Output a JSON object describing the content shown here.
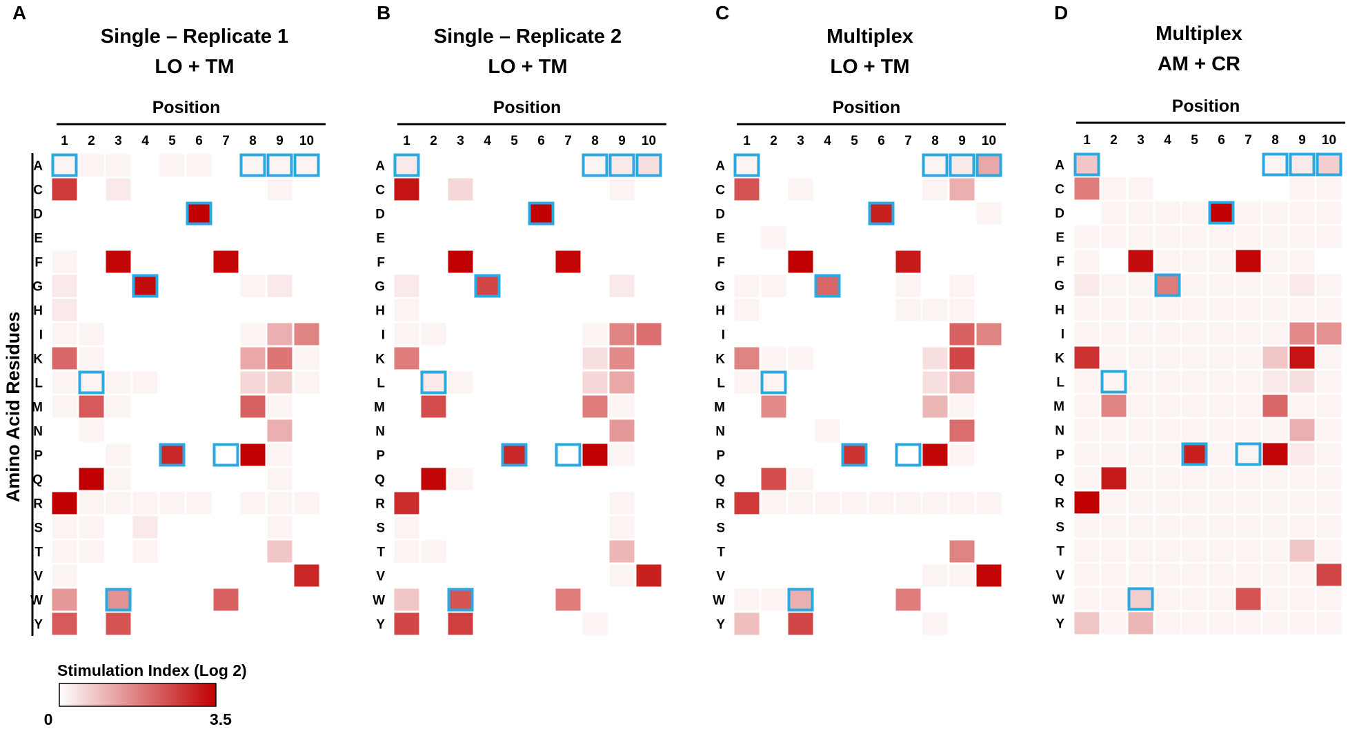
{
  "figure": {
    "y_axis_label": "Amino Acid Residues",
    "legend": {
      "title": "Stimulation Index (Log 2)",
      "min_label": "0",
      "max_label": "3.5",
      "color_low": "#ffffff",
      "color_high": "#c00000"
    },
    "highlight_color": "#29a9e0"
  },
  "chart_data": [
    {
      "type": "heatmap",
      "panel_letter": "A",
      "title_line1": "Single – Replicate 1",
      "title_line2": "LO + TM",
      "xlabel": "Position",
      "ylabel": "Amino Acid Residues",
      "x": [
        "1",
        "2",
        "3",
        "4",
        "5",
        "6",
        "7",
        "8",
        "9",
        "10"
      ],
      "y": [
        "A",
        "C",
        "D",
        "E",
        "F",
        "G",
        "H",
        "I",
        "K",
        "L",
        "M",
        "N",
        "P",
        "Q",
        "R",
        "S",
        "T",
        "V",
        "W",
        "Y"
      ],
      "zlim": [
        0,
        3.5
      ],
      "values": [
        [
          0.1,
          0.1,
          0.1,
          0.0,
          0.1,
          0.1,
          0.0,
          0.1,
          0.1,
          0.1
        ],
        [
          2.6,
          0.0,
          0.2,
          0.0,
          0.0,
          0.0,
          0.0,
          0.0,
          0.1,
          0.0
        ],
        [
          0.0,
          0.0,
          0.0,
          0.0,
          0.0,
          3.5,
          0.0,
          0.0,
          0.0,
          0.0
        ],
        [
          0.0,
          0.0,
          0.0,
          0.0,
          0.0,
          0.0,
          0.0,
          0.0,
          0.0,
          0.0
        ],
        [
          0.1,
          0.0,
          3.4,
          0.0,
          0.0,
          0.0,
          3.4,
          0.0,
          0.0,
          0.0
        ],
        [
          0.2,
          0.0,
          0.0,
          3.3,
          0.0,
          0.0,
          0.0,
          0.1,
          0.2,
          0.0
        ],
        [
          0.2,
          0.0,
          0.0,
          0.0,
          0.0,
          0.0,
          0.0,
          0.0,
          0.0,
          0.0
        ],
        [
          0.1,
          0.1,
          0.0,
          0.0,
          0.0,
          0.0,
          0.0,
          0.1,
          0.9,
          1.5
        ],
        [
          1.9,
          0.1,
          0.0,
          0.0,
          0.0,
          0.0,
          0.0,
          1.0,
          1.7,
          0.1
        ],
        [
          0.1,
          0.1,
          0.1,
          0.1,
          0.0,
          0.0,
          0.0,
          0.4,
          0.5,
          0.1
        ],
        [
          0.1,
          2.1,
          0.1,
          0.0,
          0.0,
          0.0,
          0.0,
          2.0,
          0.1,
          0.0
        ],
        [
          0.0,
          0.1,
          0.0,
          0.0,
          0.0,
          0.0,
          0.0,
          0.0,
          0.9,
          0.0
        ],
        [
          0.0,
          0.0,
          0.1,
          0.0,
          2.9,
          0.0,
          0.0,
          3.5,
          0.1,
          0.0
        ],
        [
          0.0,
          3.5,
          0.1,
          0.0,
          0.0,
          0.0,
          0.0,
          0.0,
          0.1,
          0.0
        ],
        [
          3.5,
          0.1,
          0.1,
          0.1,
          0.1,
          0.1,
          0.0,
          0.1,
          0.1,
          0.1
        ],
        [
          0.1,
          0.1,
          0.0,
          0.2,
          0.0,
          0.0,
          0.0,
          0.0,
          0.1,
          0.0
        ],
        [
          0.1,
          0.1,
          0.0,
          0.1,
          0.0,
          0.0,
          0.0,
          0.0,
          0.6,
          0.0
        ],
        [
          0.1,
          0.0,
          0.0,
          0.0,
          0.0,
          0.0,
          0.0,
          0.0,
          0.0,
          2.9
        ],
        [
          1.2,
          0.0,
          1.3,
          0.0,
          0.0,
          0.0,
          2.0,
          0.0,
          0.0,
          0.0
        ],
        [
          2.1,
          0.0,
          2.2,
          0.0,
          0.0,
          0.0,
          0.0,
          0.0,
          0.0,
          0.0
        ]
      ],
      "highlighted": [
        [
          "A",
          "1"
        ],
        [
          "A",
          "8"
        ],
        [
          "A",
          "9"
        ],
        [
          "A",
          "10"
        ],
        [
          "D",
          "6"
        ],
        [
          "G",
          "4"
        ],
        [
          "L",
          "2"
        ],
        [
          "P",
          "5"
        ],
        [
          "P",
          "7"
        ],
        [
          "W",
          "3"
        ]
      ]
    },
    {
      "type": "heatmap",
      "panel_letter": "B",
      "title_line1": "Single – Replicate 2",
      "title_line2": "LO + TM",
      "xlabel": "Position",
      "ylabel": "Amino Acid Residues",
      "x": [
        "1",
        "2",
        "3",
        "4",
        "5",
        "6",
        "7",
        "8",
        "9",
        "10"
      ],
      "y": [
        "A",
        "C",
        "D",
        "E",
        "F",
        "G",
        "H",
        "I",
        "K",
        "L",
        "M",
        "N",
        "P",
        "Q",
        "R",
        "S",
        "T",
        "V",
        "W",
        "Y"
      ],
      "zlim": [
        0,
        3.5
      ],
      "values": [
        [
          0.2,
          0.0,
          0.0,
          0.0,
          0.0,
          0.0,
          0.0,
          0.1,
          0.2,
          0.3
        ],
        [
          3.2,
          0.0,
          0.4,
          0.0,
          0.0,
          0.0,
          0.0,
          0.0,
          0.1,
          0.0
        ],
        [
          0.0,
          0.0,
          0.0,
          0.0,
          0.0,
          3.5,
          0.0,
          0.0,
          0.0,
          0.0
        ],
        [
          0.0,
          0.0,
          0.0,
          0.0,
          0.0,
          0.0,
          0.0,
          0.0,
          0.0,
          0.0
        ],
        [
          0.0,
          0.0,
          3.5,
          0.0,
          0.0,
          0.0,
          3.4,
          0.0,
          0.0,
          0.0
        ],
        [
          0.2,
          0.0,
          0.0,
          2.4,
          0.0,
          0.0,
          0.0,
          0.0,
          0.2,
          0.0
        ],
        [
          0.1,
          0.0,
          0.0,
          0.0,
          0.0,
          0.0,
          0.0,
          0.0,
          0.0,
          0.0
        ],
        [
          0.1,
          0.1,
          0.0,
          0.0,
          0.0,
          0.0,
          0.0,
          0.1,
          1.5,
          1.8
        ],
        [
          1.6,
          0.0,
          0.0,
          0.0,
          0.0,
          0.0,
          0.0,
          0.3,
          1.4,
          0.0
        ],
        [
          0.0,
          0.2,
          0.1,
          0.0,
          0.0,
          0.0,
          0.0,
          0.4,
          1.0,
          0.0
        ],
        [
          0.0,
          2.3,
          0.0,
          0.0,
          0.0,
          0.0,
          0.0,
          1.6,
          0.1,
          0.0
        ],
        [
          0.0,
          0.0,
          0.0,
          0.0,
          0.0,
          0.0,
          0.0,
          0.0,
          1.2,
          0.0
        ],
        [
          0.0,
          0.0,
          0.0,
          0.0,
          2.9,
          0.0,
          0.0,
          3.5,
          0.1,
          0.0
        ],
        [
          0.0,
          3.4,
          0.1,
          0.0,
          0.0,
          0.0,
          0.0,
          0.0,
          0.0,
          0.0
        ],
        [
          2.8,
          0.0,
          0.0,
          0.0,
          0.0,
          0.0,
          0.0,
          0.0,
          0.1,
          0.0
        ],
        [
          0.1,
          0.0,
          0.0,
          0.0,
          0.0,
          0.0,
          0.0,
          0.0,
          0.1,
          0.0
        ],
        [
          0.1,
          0.1,
          0.0,
          0.0,
          0.0,
          0.0,
          0.0,
          0.0,
          0.8,
          0.0
        ],
        [
          0.0,
          0.0,
          0.0,
          0.0,
          0.0,
          0.0,
          0.0,
          0.0,
          0.1,
          3.0
        ],
        [
          0.6,
          0.0,
          2.2,
          0.0,
          0.0,
          0.0,
          1.6,
          0.0,
          0.0,
          0.0
        ],
        [
          2.4,
          0.0,
          2.5,
          0.0,
          0.0,
          0.0,
          0.0,
          0.1,
          0.0,
          0.0
        ]
      ],
      "highlighted": [
        [
          "A",
          "1"
        ],
        [
          "A",
          "8"
        ],
        [
          "A",
          "9"
        ],
        [
          "A",
          "10"
        ],
        [
          "D",
          "6"
        ],
        [
          "G",
          "4"
        ],
        [
          "L",
          "2"
        ],
        [
          "P",
          "5"
        ],
        [
          "P",
          "7"
        ],
        [
          "W",
          "3"
        ]
      ]
    },
    {
      "type": "heatmap",
      "panel_letter": "C",
      "title_line1": "Multiplex",
      "title_line2": "LO + TM",
      "xlabel": "Position",
      "ylabel": "Amino Acid Residues",
      "x": [
        "1",
        "2",
        "3",
        "4",
        "5",
        "6",
        "7",
        "8",
        "9",
        "10"
      ],
      "y": [
        "A",
        "C",
        "D",
        "E",
        "F",
        "G",
        "H",
        "I",
        "K",
        "L",
        "M",
        "N",
        "P",
        "Q",
        "R",
        "S",
        "T",
        "V",
        "W",
        "Y"
      ],
      "zlim": [
        0,
        3.5
      ],
      "values": [
        [
          0.1,
          0.0,
          0.0,
          0.0,
          0.0,
          0.0,
          0.0,
          0.1,
          0.2,
          1.0
        ],
        [
          2.2,
          0.0,
          0.1,
          0.0,
          0.0,
          0.0,
          0.0,
          0.1,
          0.9,
          0.0
        ],
        [
          0.0,
          0.0,
          0.0,
          0.0,
          0.0,
          3.0,
          0.0,
          0.0,
          0.0,
          0.1
        ],
        [
          0.0,
          0.1,
          0.0,
          0.0,
          0.0,
          0.0,
          0.0,
          0.0,
          0.0,
          0.0
        ],
        [
          0.0,
          0.0,
          3.5,
          0.0,
          0.0,
          0.0,
          3.1,
          0.0,
          0.0,
          0.0
        ],
        [
          0.1,
          0.1,
          0.0,
          1.9,
          0.0,
          0.0,
          0.1,
          0.0,
          0.1,
          0.0
        ],
        [
          0.1,
          0.0,
          0.0,
          0.0,
          0.0,
          0.0,
          0.1,
          0.1,
          0.1,
          0.0
        ],
        [
          0.0,
          0.0,
          0.0,
          0.0,
          0.0,
          0.0,
          0.0,
          0.0,
          2.0,
          1.5
        ],
        [
          1.5,
          0.1,
          0.1,
          0.0,
          0.0,
          0.0,
          0.0,
          0.3,
          2.4,
          0.0
        ],
        [
          0.1,
          0.1,
          0.0,
          0.0,
          0.0,
          0.0,
          0.0,
          0.3,
          0.9,
          0.0
        ],
        [
          0.0,
          1.4,
          0.0,
          0.0,
          0.0,
          0.0,
          0.0,
          0.8,
          0.1,
          0.0
        ],
        [
          0.0,
          0.0,
          0.0,
          0.1,
          0.0,
          0.0,
          0.0,
          0.0,
          1.8,
          0.0
        ],
        [
          0.0,
          0.0,
          0.0,
          0.0,
          2.7,
          0.0,
          0.0,
          3.4,
          0.1,
          0.0
        ],
        [
          0.0,
          2.3,
          0.1,
          0.0,
          0.0,
          0.0,
          0.0,
          0.0,
          0.0,
          0.0
        ],
        [
          2.6,
          0.1,
          0.1,
          0.1,
          0.1,
          0.1,
          0.1,
          0.1,
          0.1,
          0.1
        ],
        [
          0.0,
          0.0,
          0.0,
          0.0,
          0.0,
          0.0,
          0.0,
          0.0,
          0.0,
          0.0
        ],
        [
          0.0,
          0.0,
          0.0,
          0.0,
          0.0,
          0.0,
          0.0,
          0.0,
          1.5,
          0.0
        ],
        [
          0.0,
          0.0,
          0.0,
          0.0,
          0.0,
          0.0,
          0.0,
          0.1,
          0.1,
          3.4
        ],
        [
          0.1,
          0.1,
          0.9,
          0.0,
          0.0,
          0.0,
          1.6,
          0.0,
          0.0,
          0.0
        ],
        [
          0.7,
          0.0,
          2.4,
          0.0,
          0.0,
          0.0,
          0.0,
          0.1,
          0.0,
          0.0
        ]
      ],
      "highlighted": [
        [
          "A",
          "1"
        ],
        [
          "A",
          "8"
        ],
        [
          "A",
          "9"
        ],
        [
          "A",
          "10"
        ],
        [
          "D",
          "6"
        ],
        [
          "G",
          "4"
        ],
        [
          "L",
          "2"
        ],
        [
          "P",
          "5"
        ],
        [
          "P",
          "7"
        ],
        [
          "W",
          "3"
        ]
      ]
    },
    {
      "type": "heatmap",
      "panel_letter": "D",
      "title_line1": "Multiplex",
      "title_line2": "AM + CR",
      "xlabel": "Position",
      "ylabel": "Amino Acid Residues",
      "x": [
        "1",
        "2",
        "3",
        "4",
        "5",
        "6",
        "7",
        "8",
        "9",
        "10"
      ],
      "y": [
        "A",
        "C",
        "D",
        "E",
        "F",
        "G",
        "H",
        "I",
        "K",
        "L",
        "M",
        "N",
        "P",
        "Q",
        "R",
        "S",
        "T",
        "V",
        "W",
        "Y"
      ],
      "zlim": [
        0,
        3.5
      ],
      "values": [
        [
          0.6,
          0.0,
          0.0,
          0.0,
          0.0,
          0.0,
          0.0,
          0.1,
          0.2,
          0.5
        ],
        [
          1.6,
          0.1,
          0.1,
          0.0,
          0.0,
          0.0,
          0.0,
          0.0,
          0.1,
          0.1
        ],
        [
          0.0,
          0.1,
          0.1,
          0.1,
          0.1,
          3.5,
          0.1,
          0.1,
          0.1,
          0.1
        ],
        [
          0.1,
          0.1,
          0.1,
          0.1,
          0.1,
          0.1,
          0.1,
          0.1,
          0.1,
          0.1
        ],
        [
          0.1,
          0.0,
          3.3,
          0.1,
          0.1,
          0.1,
          3.4,
          0.1,
          0.1,
          0.0
        ],
        [
          0.2,
          0.1,
          0.1,
          1.6,
          0.1,
          0.1,
          0.1,
          0.1,
          0.2,
          0.1
        ],
        [
          0.1,
          0.1,
          0.1,
          0.1,
          0.1,
          0.1,
          0.1,
          0.1,
          0.1,
          0.1
        ],
        [
          0.1,
          0.1,
          0.1,
          0.1,
          0.1,
          0.1,
          0.1,
          0.1,
          1.4,
          1.3
        ],
        [
          2.7,
          0.1,
          0.1,
          0.1,
          0.1,
          0.1,
          0.1,
          0.6,
          3.2,
          0.1
        ],
        [
          0.1,
          0.1,
          0.1,
          0.1,
          0.1,
          0.1,
          0.1,
          0.2,
          0.3,
          0.1
        ],
        [
          0.1,
          1.5,
          0.1,
          0.1,
          0.1,
          0.1,
          0.1,
          1.9,
          0.1,
          0.1
        ],
        [
          0.1,
          0.1,
          0.1,
          0.1,
          0.1,
          0.1,
          0.1,
          0.1,
          0.9,
          0.1
        ],
        [
          0.1,
          0.1,
          0.1,
          0.1,
          3.0,
          0.1,
          0.1,
          3.4,
          0.2,
          0.1
        ],
        [
          0.1,
          3.1,
          0.1,
          0.1,
          0.1,
          0.1,
          0.1,
          0.1,
          0.1,
          0.1
        ],
        [
          3.5,
          0.1,
          0.1,
          0.1,
          0.1,
          0.1,
          0.1,
          0.1,
          0.1,
          0.1
        ],
        [
          0.1,
          0.1,
          0.1,
          0.1,
          0.1,
          0.1,
          0.1,
          0.1,
          0.1,
          0.1
        ],
        [
          0.1,
          0.1,
          0.1,
          0.1,
          0.1,
          0.1,
          0.1,
          0.1,
          0.6,
          0.1
        ],
        [
          0.1,
          0.1,
          0.1,
          0.1,
          0.1,
          0.1,
          0.1,
          0.1,
          0.1,
          2.4
        ],
        [
          0.1,
          0.1,
          0.5,
          0.1,
          0.1,
          0.1,
          2.2,
          0.1,
          0.1,
          0.1
        ],
        [
          0.6,
          0.1,
          0.8,
          0.1,
          0.1,
          0.1,
          0.1,
          0.1,
          0.1,
          0.1
        ]
      ],
      "highlighted": [
        [
          "A",
          "1"
        ],
        [
          "A",
          "8"
        ],
        [
          "A",
          "9"
        ],
        [
          "A",
          "10"
        ],
        [
          "D",
          "6"
        ],
        [
          "G",
          "4"
        ],
        [
          "L",
          "2"
        ],
        [
          "P",
          "5"
        ],
        [
          "P",
          "7"
        ],
        [
          "W",
          "3"
        ]
      ]
    }
  ]
}
